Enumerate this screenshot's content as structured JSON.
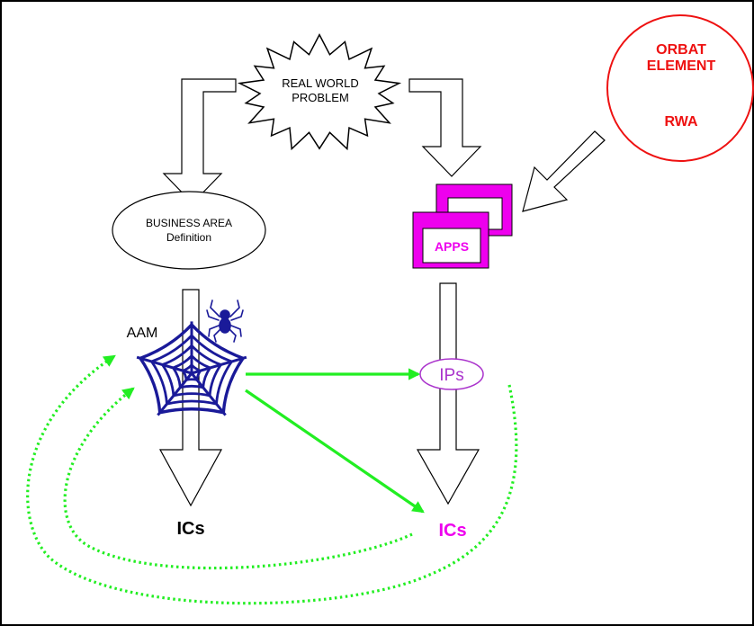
{
  "problem": {
    "line1": "REAL WORLD",
    "line2": "PROBLEM"
  },
  "orbat": {
    "line1": "ORBAT",
    "line2": "ELEMENT",
    "line3": "RWA"
  },
  "business_area": {
    "line1": "BUSINESS AREA",
    "line2": "Definition"
  },
  "apps": {
    "label": "APPS"
  },
  "aam": {
    "label": "AAM"
  },
  "ips": {
    "label": "IPs"
  },
  "ics_left": {
    "label": "ICs"
  },
  "ics_right": {
    "label": "ICs"
  },
  "colors": {
    "frame": "#000000",
    "orbat_red": "#ee1111",
    "apps_magenta": "#ee00ee",
    "ips_purple": "#aa33cc",
    "web_blue": "#1a1a99",
    "link_green": "#22ee22",
    "ics_magenta": "#ee00ee"
  },
  "icons": {
    "spider": "spider-icon",
    "web": "spider-web-icon"
  }
}
